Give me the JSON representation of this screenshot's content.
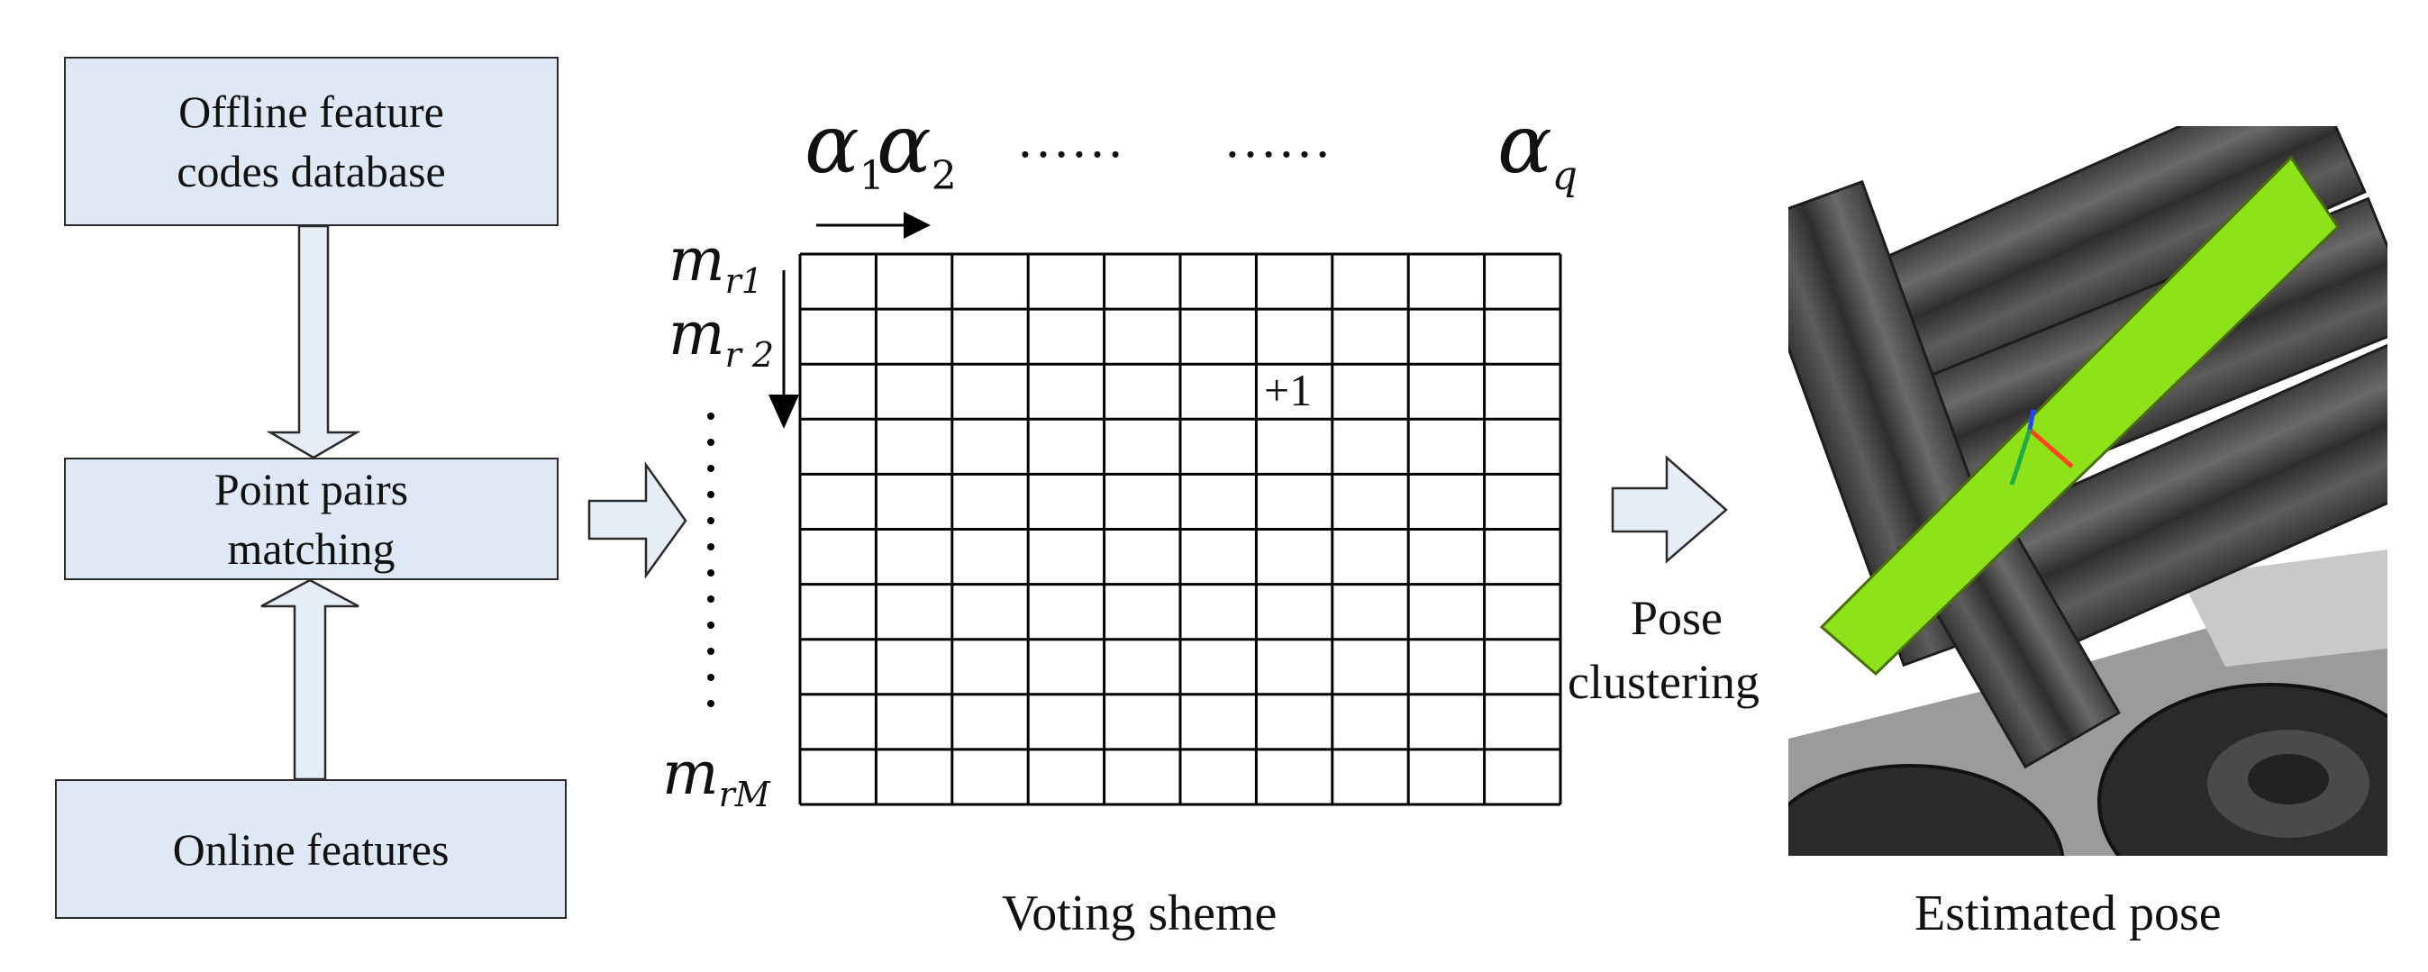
{
  "boxes": {
    "offline_db": "Offline feature codes database",
    "point_pairs": "Point pairs matching",
    "online_features": "Online features"
  },
  "voting": {
    "alpha_1": "α",
    "alpha_1_sub": "1",
    "alpha_2": "α",
    "alpha_2_sub": "2",
    "dots_1": "……",
    "dots_2": "……",
    "alpha_q": "α",
    "alpha_q_sub": "q",
    "m_r1": "m",
    "m_r1_sub": "r1",
    "m_r2": "m",
    "m_r2_sub": "r 2",
    "m_rM": "m",
    "m_rM_sub": "rM",
    "plus_one": "+1",
    "caption": "Voting sheme",
    "rows": 10,
    "cols": 10
  },
  "pose_clustering": {
    "line1": "Pose",
    "line2": "clustering"
  },
  "estimated_pose": {
    "caption": "Estimated pose"
  },
  "colors": {
    "box_fill": "#dfe8f5",
    "arrow_fill": "#e6edf7",
    "highlight": "#8ee21a"
  }
}
